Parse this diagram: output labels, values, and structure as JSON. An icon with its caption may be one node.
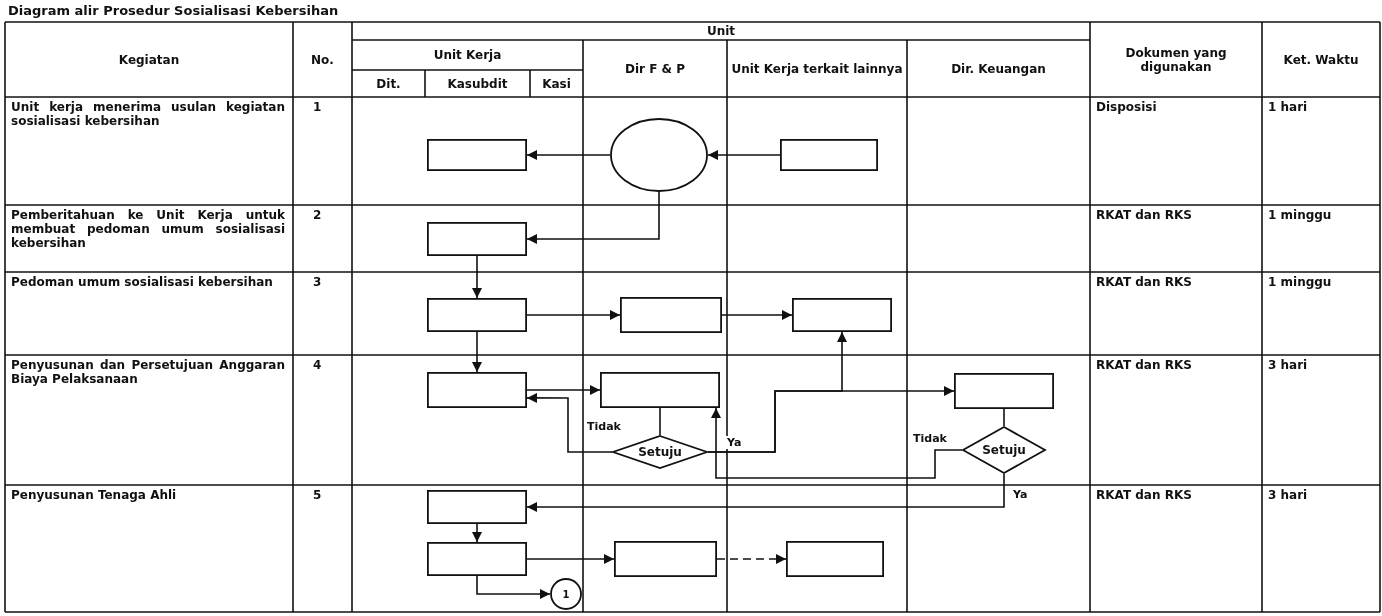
{
  "diagram": {
    "title": "Diagram alir Prosedur Sosialisasi Kebersihan",
    "nodes": [
      {
        "text": [],
        "shape": "box"
      },
      {
        "text": [],
        "shape": "ellipse"
      },
      {
        "text": [],
        "shape": "box"
      },
      {
        "text": [],
        "shape": "box"
      },
      {
        "text": [],
        "shape": "box"
      },
      {
        "text": [],
        "shape": "box"
      },
      {
        "text": [],
        "shape": "box"
      },
      {
        "text": [],
        "shape": "box"
      },
      {
        "text": [],
        "shape": "box"
      },
      {
        "text": [],
        "shape": "box"
      },
      {
        "text": [
          "Setuju"
        ]
      },
      {
        "text": [
          "Setuju"
        ]
      },
      {
        "text": [],
        "shape": "box"
      },
      {
        "text": [],
        "shape": "box"
      },
      {
        "text": [],
        "shape": "box"
      },
      {
        "text": [],
        "shape": "box"
      },
      {
        "text": [
          "1"
        ]
      }
    ],
    "edges": [
      {
        "from": 2,
        "to": 1,
        "arrow": "to"
      },
      {
        "from": 1,
        "to": 0,
        "arrow": "to"
      },
      {
        "from": 1,
        "to": 3,
        "arrow": "to"
      },
      {
        "from": 3,
        "to": 4,
        "arrow": "to"
      },
      {
        "from": 4,
        "to": 5,
        "arrow": "to"
      },
      {
        "from": 5,
        "to": 6,
        "arrow": "to"
      },
      {
        "from": 4,
        "to": 7,
        "arrow": "to"
      },
      {
        "from": 7,
        "to": 8,
        "arrow": "to"
      },
      {
        "from": 8,
        "to": 10,
        "arrow": "none"
      },
      {
        "from": 10,
        "to": 7,
        "arrow": "to",
        "label": "Tidak"
      },
      {
        "from": 10,
        "to": 6,
        "arrow": "to",
        "label": "Ya"
      },
      {
        "from": 10,
        "to": 9,
        "arrow": "to"
      },
      {
        "from": 9,
        "to": 11,
        "arrow": "none"
      },
      {
        "from": 11,
        "to": 8,
        "arrow": "to",
        "label": "Tidak"
      },
      {
        "from": 11,
        "to": 12,
        "arrow": "to",
        "label": "Ya"
      },
      {
        "from": 12,
        "to": 13,
        "arrow": "to"
      },
      {
        "from": 13,
        "to": 14,
        "arrow": "to"
      },
      {
        "from": 14,
        "to": 15,
        "arrow": "to",
        "style": "dashed"
      },
      {
        "from": 13,
        "to": 16,
        "arrow": "to"
      }
    ],
    "labels": [
      "Kegiatan",
      "No.",
      "Unit",
      "Unit Kerja",
      "Dit.",
      "Kasubdit",
      "Kasi",
      "Dir F & P",
      "Unit Kerja terkait lainnya",
      "Dir. Keuangan",
      "Dokumen yang digunakan",
      "Ket. Waktu",
      "Unit kerja menerima usulan kegiatan sosialisasi kebersihan",
      "1",
      "Disposisi",
      "1 hari",
      "Pemberitahuan ke Unit Kerja untuk membuat pedoman umum sosialisasi kebersihan",
      "2",
      "RKAT dan RKS",
      "1 minggu",
      "Pedoman umum sosialisasi kebersihan",
      "3",
      "RKAT dan RKS",
      "1 minggu",
      "Penyusunan dan Persetujuan Anggaran Biaya Pelaksanaan",
      "4",
      "RKAT dan RKS",
      "3 hari",
      "Penyusunan Tenaga Ahli",
      "5",
      "RKAT dan RKS",
      "3 hari"
    ]
  }
}
